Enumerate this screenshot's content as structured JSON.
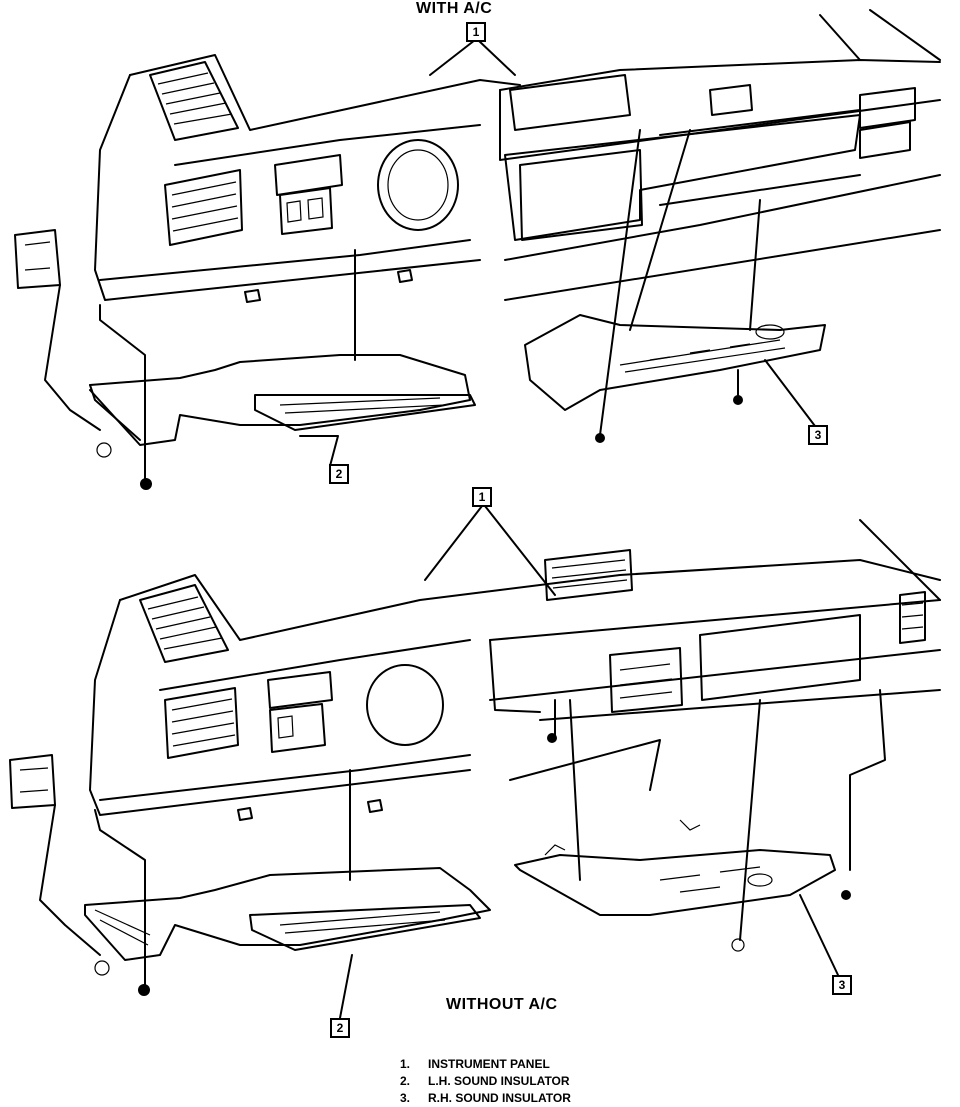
{
  "top_heading": "WITH A/C",
  "bottom_heading": "WITHOUT A/C",
  "callouts": {
    "top_panel": "1",
    "top_lh": "2",
    "top_rh": "3",
    "bottom_panel": "1",
    "bottom_lh": "2",
    "bottom_rh": "3"
  },
  "legend": [
    {
      "num": "1.",
      "label": "INSTRUMENT PANEL"
    },
    {
      "num": "2.",
      "label": "L.H. SOUND INSULATOR"
    },
    {
      "num": "3.",
      "label": "R.H. SOUND INSULATOR"
    }
  ]
}
